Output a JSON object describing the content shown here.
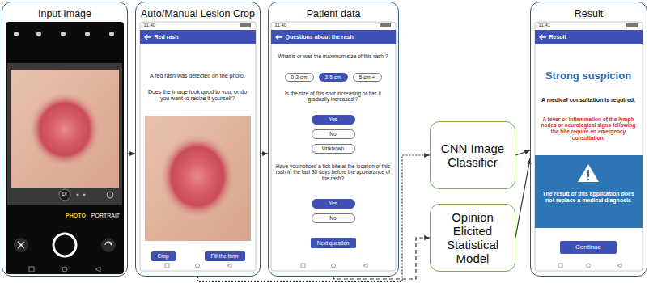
{
  "diagram": {
    "nodes": [
      {
        "text": [
          "Input Image"
        ]
      },
      {
        "text": [
          "Auto/Manual Lesion Crop"
        ]
      },
      {
        "text": [
          "Red rash"
        ],
        "in": 1
      },
      {
        "text": [
          "Crop"
        ],
        "in": 1
      },
      {
        "text": [
          "Fill the form"
        ],
        "in": 1
      },
      {
        "text": [
          "Patient data"
        ]
      },
      {
        "text": [
          "Questions about the rash"
        ],
        "in": 5
      },
      {
        "text": [
          "0-2 cm"
        ],
        "in": 5
      },
      {
        "text": [
          "2-5 cm"
        ],
        "in": 5
      },
      {
        "text": [
          "5 cm +"
        ],
        "in": 5
      },
      {
        "text": [
          "Yes"
        ],
        "in": 5
      },
      {
        "text": [
          "No"
        ],
        "in": 5
      },
      {
        "text": [
          "Unknown"
        ],
        "in": 5
      },
      {
        "text": [
          "Yes"
        ],
        "in": 5
      },
      {
        "text": [
          "No"
        ],
        "in": 5
      },
      {
        "text": [
          "Next question"
        ],
        "in": 5
      },
      {
        "text": [
          "CNN Image Classifier"
        ]
      },
      {
        "text": [
          "Opinion Elicited Statistical Model"
        ]
      },
      {
        "text": [
          "Result"
        ]
      },
      {
        "text": [
          "Result"
        ],
        "in": 18
      },
      {
        "text": [
          "The result of this application does not replace a medical diagnosis"
        ],
        "in": 18
      },
      {
        "text": [
          "Continue"
        ],
        "in": 18
      }
    ],
    "edges": [
      {
        "from": 0,
        "to": 1,
        "arrow": "to"
      },
      {
        "from": 1,
        "to": 5,
        "arrow": "to"
      },
      {
        "from": 1,
        "to": 16,
        "arrow": "to"
      },
      {
        "from": 5,
        "to": 17,
        "arrow": "to"
      },
      {
        "from": 16,
        "to": 18,
        "arrow": "to"
      },
      {
        "from": 17,
        "to": 18,
        "arrow": "to"
      }
    ],
    "labels": [
      "PHOTO",
      "PORTRAIT",
      "1X",
      "11:40",
      "A red rash was detected on the photo.",
      "Does the image look good to you, or do you want to resize it yourself?",
      "11:40",
      "What is or was the maximum size of this rash ?",
      "Is the size of this spot increasing or has it gradually increased ?",
      "Have you noticed a tick bite at the location of this rash in the last 30 days before the appearance of the rash?",
      "11:41",
      "Strong suspicion",
      "A medical consultation is required.",
      "A fever or inflammation of the lymph nodes or neurological signs following the bite require an emergency consultation."
    ]
  }
}
